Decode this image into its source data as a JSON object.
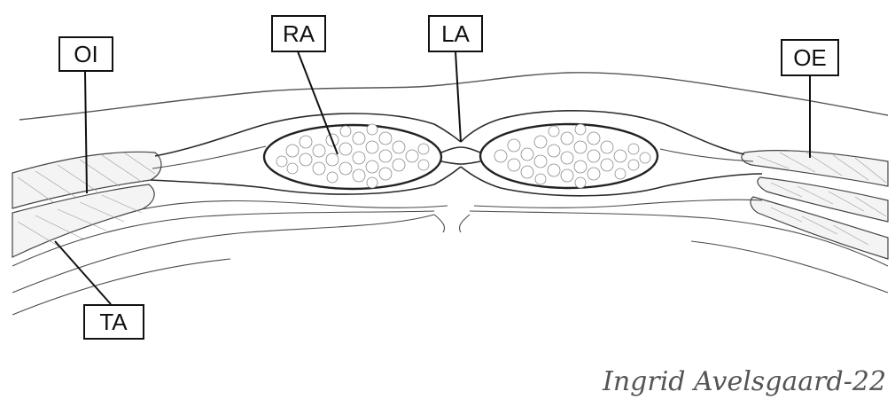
{
  "labels": {
    "oi": "OI",
    "ra": "RA",
    "la": "LA",
    "oe": "OE",
    "ta": "TA"
  },
  "signature": "Ingrid Avelsgaard-22"
}
